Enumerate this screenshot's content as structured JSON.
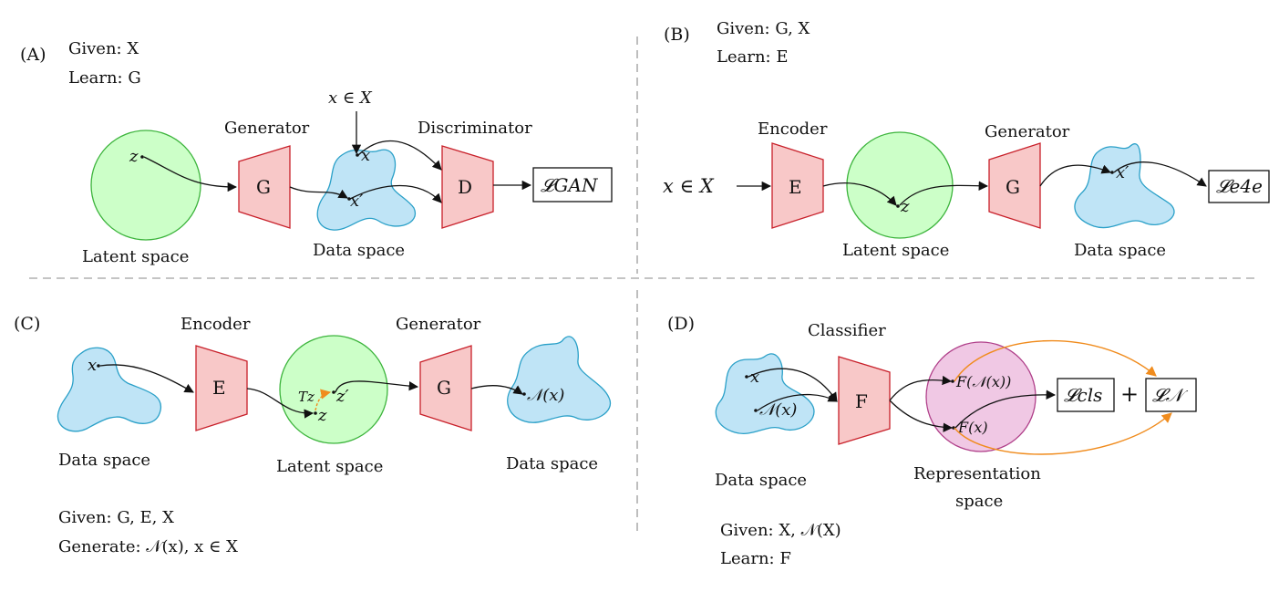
{
  "panels": {
    "A": {
      "label": "(A)",
      "given": "Given: X",
      "learn": "Learn: G",
      "generator_title": "Generator",
      "generator_letter": "G",
      "discriminator_title": "Discriminator",
      "discriminator_letter": "D",
      "input_label": "x ∈ X",
      "z_label": "z",
      "x_label": "x",
      "xprime_label": "x′",
      "loss": "𝓛GAN",
      "latent_caption": "Latent space",
      "data_caption": "Data space"
    },
    "B": {
      "label": "(B)",
      "given": "Given: G, X",
      "learn": "Learn: E",
      "encoder_title": "Encoder",
      "encoder_letter": "E",
      "generator_title": "Generator",
      "generator_letter": "G",
      "input_label": "x ∈ X",
      "z_label": "z",
      "xprime_label": "x′",
      "loss": "𝓛e4e",
      "latent_caption": "Latent space",
      "data_caption": "Data space"
    },
    "C": {
      "label": "(C)",
      "encoder_title": "Encoder",
      "encoder_letter": "E",
      "generator_title": "Generator",
      "generator_letter": "G",
      "x_label": "x",
      "z_label": "z",
      "zprime_label": "z′",
      "tz_label": "Tz",
      "nx_label": "𝒩(x)",
      "data_caption_left": "Data space",
      "latent_caption": "Latent space",
      "data_caption_right": "Data space",
      "given": "Given: G, E, X",
      "generate": "Generate: 𝒩(x), x ∈ X"
    },
    "D": {
      "label": "(D)",
      "classifier_title": "Classifier",
      "classifier_letter": "F",
      "x_label": "x",
      "nx_label": "𝒩(x)",
      "fnx_label": "F(𝒩(x))",
      "fx_label": "F(x)",
      "loss_cls": "𝓛cls",
      "plus": "+",
      "loss_n": "𝓛𝒩",
      "data_caption": "Data space",
      "rep_caption_1": "Representation",
      "rep_caption_2": "space",
      "given": "Given: X, 𝒩(X)",
      "learn": "Learn: F"
    }
  },
  "colors": {
    "latent_fill": "#ccffc8",
    "data_fill": "#bfe4f6",
    "network_fill": "#f8c8c8",
    "representation_fill": "#f0c8e4",
    "orange_arrow": "#f08c1e"
  }
}
